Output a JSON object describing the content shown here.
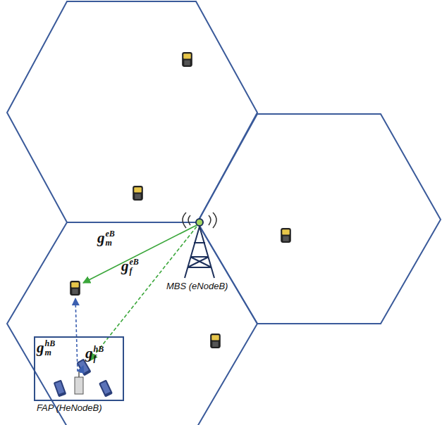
{
  "diagram": {
    "nodes": [
      {
        "text": [
          "FAP (HeNodeB)"
        ]
      }
    ],
    "labels": [
      "MBS (eNodeB)",
      "g",
      "eB",
      "m",
      "g",
      "eB",
      "f",
      "g",
      "hB",
      "m",
      "g",
      "hB",
      "f"
    ]
  }
}
